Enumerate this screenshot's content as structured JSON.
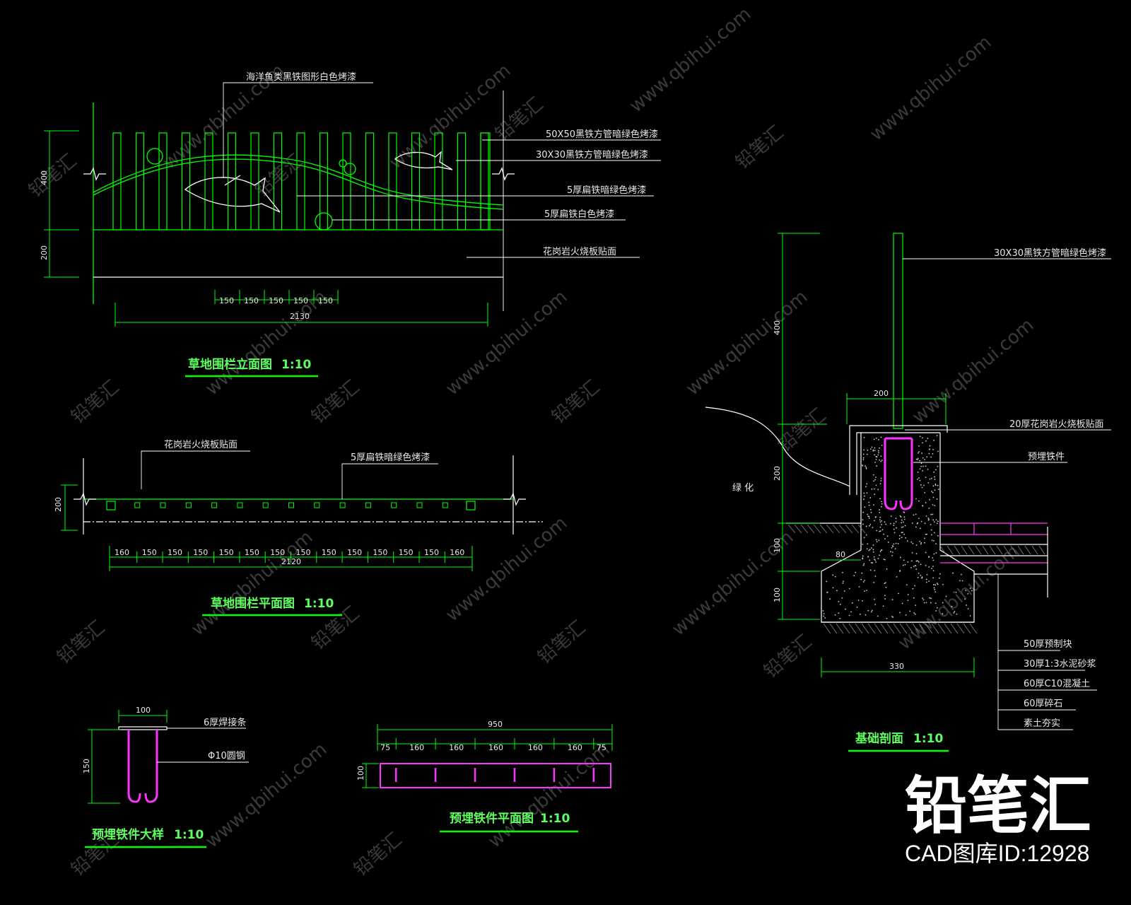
{
  "colors": {
    "background": "#000000",
    "outline_green": "#00ff00",
    "title_green": "#5dff5d",
    "text_white": "#e8e8e8",
    "magenta": "#ff33ff",
    "gray": "#bbbbbb"
  },
  "watermark": {
    "site": "www.qbihui.com",
    "logo_text": "铅笔汇"
  },
  "brand": {
    "name": "铅笔汇",
    "id_line": "CAD图库ID:12928"
  },
  "elevation": {
    "title": "草地围栏立面图",
    "scale": "1:10",
    "labels": [
      "海洋鱼类黑铁图形白色烤漆",
      "50X50黑铁方管暗绿色烤漆",
      "30X30黑铁方管暗绿色烤漆",
      "5厚扁铁暗绿色烤漆",
      "5厚扁铁白色烤漆",
      "花岗岩火烧板贴面"
    ],
    "dims_vertical": [
      "400",
      "200"
    ],
    "dims_spacing": [
      "150",
      "150",
      "150",
      "150",
      "150"
    ],
    "dim_total": "2130"
  },
  "plan": {
    "title": "草地围栏平面图",
    "scale": "1:10",
    "labels": [
      "花岗岩火烧板贴面",
      "5厚扁铁暗绿色烤漆"
    ],
    "dim_vertical": "200",
    "dims_spacing": [
      "160",
      "150",
      "150",
      "150",
      "150",
      "150",
      "150",
      "150",
      "150",
      "150",
      "150",
      "150",
      "150",
      "160"
    ],
    "dim_total": "2120"
  },
  "section": {
    "title": "基础剖面",
    "scale": "1:10",
    "labels": [
      "30X30黑铁方管暗绿色烤漆",
      "20厚花岗岩火烧板贴面",
      "预埋铁件"
    ],
    "ground_label": "绿 化",
    "layers": [
      "50厚预制块",
      "30厚1:3水泥砂浆",
      "60厚C10混凝土",
      "60厚碎石",
      "素土夯实"
    ],
    "dims_vertical": [
      "400",
      "200",
      "100",
      "100"
    ],
    "dim_top": "200",
    "dim_side": "80",
    "dim_bottom": "330"
  },
  "embed_detail": {
    "title": "预埋铁件大样",
    "scale": "1:10",
    "labels": [
      "6厚焊接条",
      "Φ10圆钢"
    ],
    "dim_width": "100",
    "dim_height": "150"
  },
  "embed_plan": {
    "title": "预埋铁件平面图",
    "scale": "1:10",
    "dim_total": "950",
    "dims_spacing": [
      "75",
      "160",
      "160",
      "160",
      "160",
      "160",
      "75"
    ],
    "dim_height": "100"
  }
}
